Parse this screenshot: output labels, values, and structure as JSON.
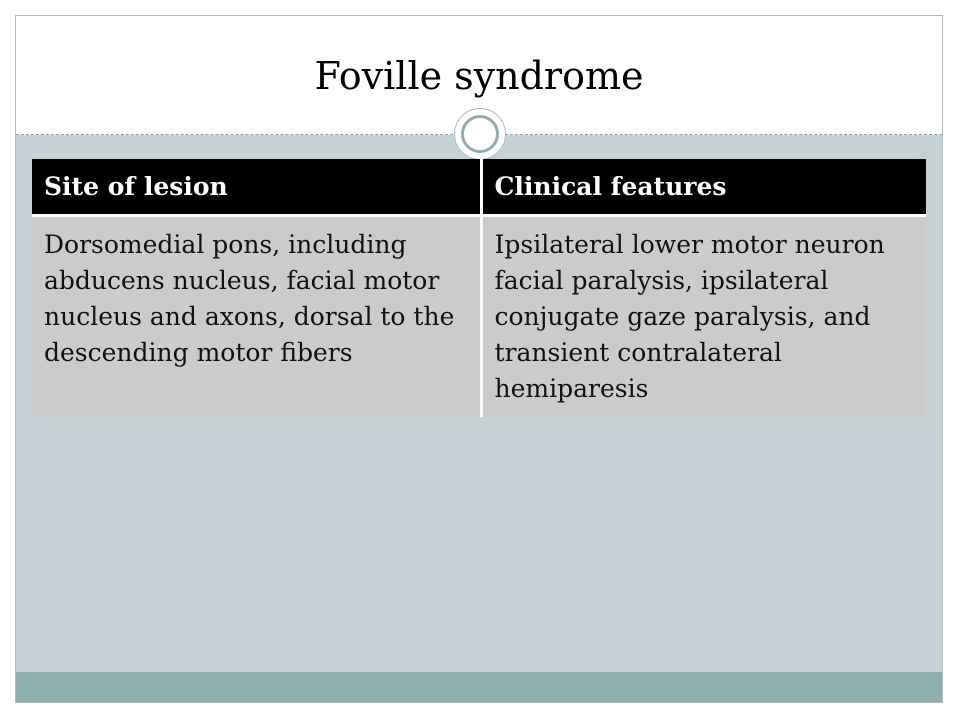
{
  "slide": {
    "title": "Foville syndrome"
  },
  "table": {
    "headers": [
      "Site of lesion",
      "Clinical features"
    ],
    "rows": [
      [
        "Dorsomedial pons, including abducens nucleus, facial motor nucleus and axons, dorsal to the descending motor fibers",
        "Ipsilateral lower motor neuron facial paralysis, ipsilateral conjugate gaze paralysis, and transient contralateral hemiparesis"
      ]
    ]
  },
  "colors": {
    "header_bg": "#000000",
    "header_text": "#ffffff",
    "cell_bg": "#cbcbcb",
    "content_bg": "#c6d1d6",
    "footer_band": "#8faeae",
    "ornament_ring": "#8faeae"
  }
}
